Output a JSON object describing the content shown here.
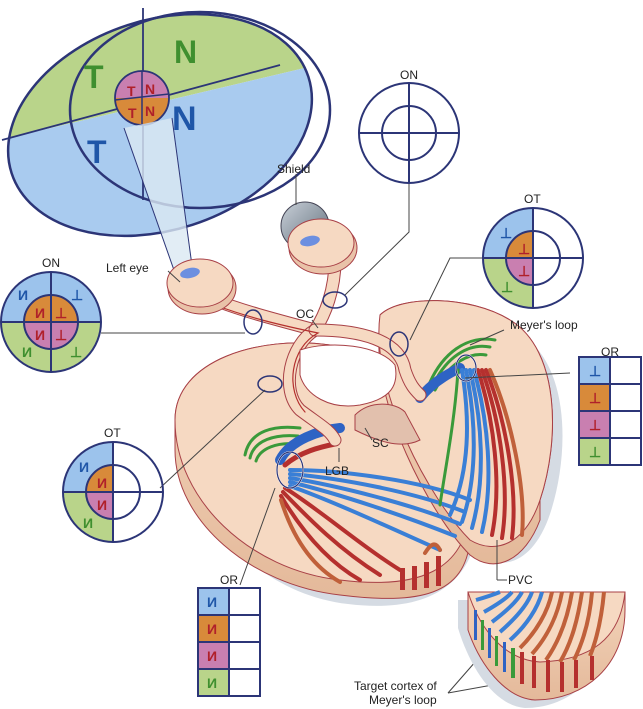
{
  "colors": {
    "outline": "#2c3577",
    "blue_q": "#9cc3ec",
    "green_q": "#b9d48a",
    "orange_q": "#d88a3a",
    "pink_q": "#c97fb0",
    "tissue": "#f6d9c2",
    "tissue_edge": "#b0484a",
    "fiber_red": "#b5302e",
    "fiber_blue": "#3a7fd6",
    "fiber_green": "#3a9a3a",
    "text_blue": "#1f56a8",
    "text_green": "#3f8f2f",
    "text_red": "#b0202a"
  },
  "visual_field": {
    "letters": {
      "upper_temporal": "T",
      "upper_nasal": "N",
      "lower_temporal": "T",
      "lower_nasal": "N"
    },
    "macula": {
      "ul": "T",
      "ur": "N",
      "ll": "T",
      "lr": "N"
    }
  },
  "labels": {
    "shield": "Shield",
    "left_eye": "Left eye",
    "oc": "OC",
    "meyers_loop": "Meyer's loop",
    "sc": "SC",
    "lgb": "LGB",
    "pvc": "PVC",
    "target_cortex_line1": "Target cortex of",
    "target_cortex_line2": "Meyer's loop"
  },
  "insets": {
    "on_left": {
      "title": "ON",
      "glyphs": {
        "outer_ul": "И",
        "outer_ur": "⊥",
        "inner_ul": "И",
        "inner_ur": "⊥",
        "inner_ll": "И",
        "inner_lr": "⊥",
        "outer_ll": "И",
        "outer_lr": "⊥"
      }
    },
    "on_right": {
      "title": "ON"
    },
    "ot_left": {
      "title": "OT",
      "glyphs": {
        "outer_ul": "И",
        "inner_ul": "И",
        "inner_ll": "И",
        "outer_ll": "И"
      }
    },
    "ot_right": {
      "title": "OT",
      "glyphs": {
        "outer_ul": "⊥",
        "inner_ul": "⊥",
        "inner_ll": "⊥",
        "outer_ll": "⊥"
      }
    },
    "or_left": {
      "title": "OR",
      "rows": [
        "И",
        "И",
        "И",
        "И"
      ]
    },
    "or_right": {
      "title": "OR",
      "rows": [
        "⊥",
        "⊥",
        "⊥",
        "⊥"
      ]
    }
  }
}
